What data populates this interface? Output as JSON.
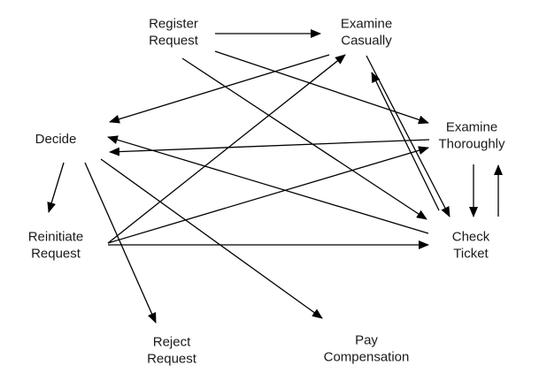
{
  "diagram": {
    "type": "process-graph",
    "nodes": [
      {
        "id": "register",
        "lines": [
          "Register",
          "Request"
        ]
      },
      {
        "id": "examine_casually",
        "lines": [
          "Examine",
          "Casually"
        ]
      },
      {
        "id": "examine_thoroughly",
        "lines": [
          "Examine",
          "Thoroughly"
        ]
      },
      {
        "id": "decide",
        "lines": [
          "Decide"
        ]
      },
      {
        "id": "reinitiate",
        "lines": [
          "Reinitiate",
          "Request"
        ]
      },
      {
        "id": "check_ticket",
        "lines": [
          "Check",
          "Ticket"
        ]
      },
      {
        "id": "reject",
        "lines": [
          "Reject",
          "Request"
        ]
      },
      {
        "id": "pay",
        "lines": [
          "Pay",
          "Compensation"
        ]
      }
    ],
    "edges": [
      {
        "from": "register",
        "to": "examine_casually"
      },
      {
        "from": "register",
        "to": "examine_thoroughly"
      },
      {
        "from": "register",
        "to": "check_ticket"
      },
      {
        "from": "examine_casually",
        "to": "check_ticket"
      },
      {
        "from": "check_ticket",
        "to": "examine_casually"
      },
      {
        "from": "examine_casually",
        "to": "decide"
      },
      {
        "from": "examine_thoroughly",
        "to": "decide"
      },
      {
        "from": "examine_thoroughly",
        "to": "check_ticket"
      },
      {
        "from": "check_ticket",
        "to": "examine_thoroughly"
      },
      {
        "from": "check_ticket",
        "to": "decide"
      },
      {
        "from": "decide",
        "to": "reinitiate"
      },
      {
        "from": "decide",
        "to": "reject"
      },
      {
        "from": "decide",
        "to": "pay"
      },
      {
        "from": "reinitiate",
        "to": "examine_casually"
      },
      {
        "from": "reinitiate",
        "to": "examine_thoroughly"
      },
      {
        "from": "reinitiate",
        "to": "check_ticket"
      }
    ]
  }
}
